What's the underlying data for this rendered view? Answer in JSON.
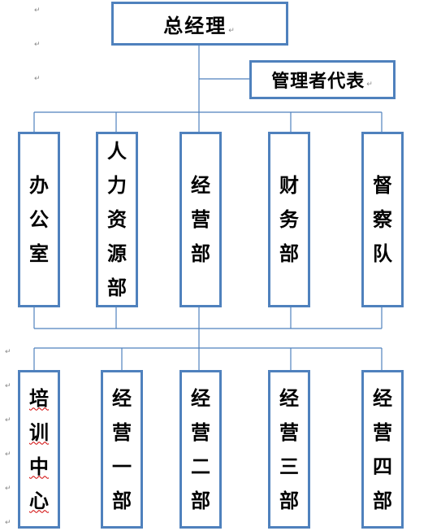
{
  "top": {
    "label": "总经理"
  },
  "representative": {
    "label": "管理者代表"
  },
  "departments": [
    {
      "label": "办公室"
    },
    {
      "label": "人力资源部"
    },
    {
      "label": "经营部"
    },
    {
      "label": "财务部"
    },
    {
      "label": "督察队"
    }
  ],
  "sub_units": [
    {
      "label": "培训中心"
    },
    {
      "label": "经营一部"
    },
    {
      "label": "经营二部"
    },
    {
      "label": "经营三部"
    },
    {
      "label": "经营四部"
    }
  ],
  "paragraph_mark": "↵",
  "colors": {
    "border": "#4f81bd",
    "line": "#4f81bd",
    "text": "#000000"
  }
}
